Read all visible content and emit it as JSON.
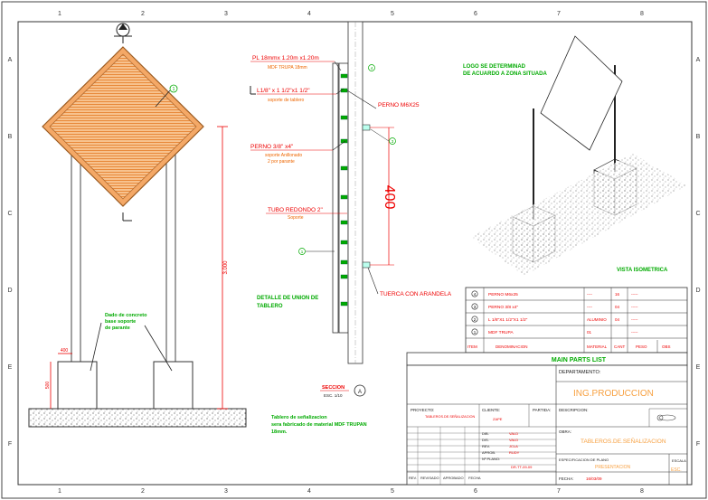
{
  "grid": {
    "columns": [
      "1",
      "2",
      "3",
      "4",
      "5",
      "6",
      "7",
      "8"
    ],
    "rows": [
      "A",
      "B",
      "C",
      "D",
      "E",
      "F"
    ]
  },
  "front_view": {
    "callout_1": "1",
    "dim_height": "3.000",
    "dim_width_small": "400",
    "dim_height_small": "500",
    "note": [
      "Dado de concreto",
      "base soporte",
      "de parante"
    ]
  },
  "section_view": {
    "pl_title": "PL 18mmx 1.20m x1.20m",
    "pl_sub": "MDF TRUPA 18mm",
    "angle_title": "L1/8\" x 1 1/2\"x1 1/2\"",
    "angle_sub": "soporte de tablero",
    "perno_m6": "PERNO M6X25",
    "perno_38_title": "PERNO 3/8\" x4\"",
    "perno_38_sub": [
      "soporte Anillonado",
      "2 por parante"
    ],
    "tubo_title": "TUBO REDONDO 2\"",
    "tubo_sub": "Soporte",
    "dim_400": "400",
    "tuerca": "TUERCA CON ARANDELA",
    "callout_a": "4",
    "callout_b": "3",
    "callout_c": "1",
    "detail_title": [
      "DETALLE DE UNION DE",
      "TABLERO"
    ],
    "section_label": "SECCION",
    "section_scale": "ESC. 1/10",
    "section_symbol": "A"
  },
  "iso_view": {
    "logo_note": [
      "LOGO SE DETERMINAD",
      "DE ACUARDO A ZONA SITUADA"
    ],
    "label": "VISTA ISOMETRICA"
  },
  "bottom_note": [
    "Tablero de señalizacion",
    "sera fabricado de material MDF TRUPAN",
    "18mm."
  ],
  "parts_list": {
    "title": "MAIN PARTS LIST",
    "rows": [
      {
        "item": "4",
        "desc": "PERNO M6x25",
        "material": "----",
        "qty": "16",
        "obs": "-----"
      },
      {
        "item": "3",
        "desc": "PERNO 3/8 x4\"",
        "material": "----",
        "qty": "04",
        "obs": "-----"
      },
      {
        "item": "2",
        "desc": "L 1/8\"X1 1/2\"X1 1/2\"",
        "material": "ALUMINIO",
        "qty": "04",
        "obs": "-----"
      },
      {
        "item": "1",
        "desc": "MDF TRUPA",
        "material": "01",
        "qty": "",
        "obs": "-----"
      }
    ],
    "header": {
      "item": "ITEM",
      "desc": "DENOMINACION",
      "material": "MATERIAL",
      "qty": "CANT",
      "obs": "PESO",
      "extra": "OBS"
    }
  },
  "title_block": {
    "dept_label": "DEPARTAMENTO:",
    "dept_value": "ING.PRODUCCION",
    "proyecto_label": "PROYECTO:",
    "proyecto_value": "TABLEROS.DE.SEÑALIZACION",
    "cliente_label": "CLIENTE:",
    "cliente_value": "ZAPE",
    "partida_label": "PARTIDA:",
    "descripcion_label": "DESCRIPCION:",
    "dib_label": "DIB.",
    "dib_value": "VALD",
    "dis_label": "DIS.",
    "dis_value": "VALD",
    "rev_label": "REV.",
    "rev_value": "JCLA",
    "aprob_label": "APROB.",
    "aprob_value": "RUDY",
    "nplano_label": "Nº PLANO:",
    "nplano_value": "DR-TT-09-09",
    "obra_label": "OBRA:",
    "obra_value": "TABLEROS.DE.SEÑALIZACION",
    "especif_label": "ESPECIFICACION DE PLANO",
    "especif_value": "PRESENTACION",
    "escala_label": "ESCALA",
    "escala_value": "ESC.",
    "fecha_label": "FECHA:",
    "fecha_value": "16/03/09",
    "rev_col": "REV.",
    "revisado_col": "REVISADO",
    "aprobado_col": "APROBADO",
    "fecha_col": "FECHA"
  }
}
